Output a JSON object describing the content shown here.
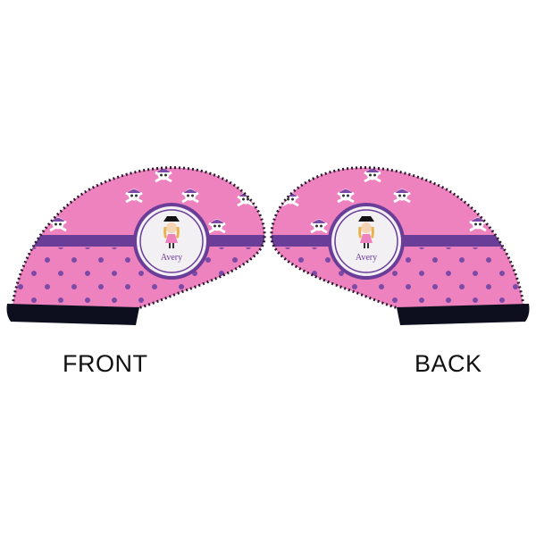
{
  "product": {
    "front_label": "FRONT",
    "back_label": "BACK",
    "name_text": "Avery",
    "colors": {
      "pink": "#ee82bf",
      "purple": "#6a3d98",
      "dot": "#7a4aa6",
      "cuff": "#0d0f1e",
      "stitch": "#2a1a2e",
      "medallion": "#f3f0f3"
    },
    "pattern_icons": [
      "skull-crossbones-icon",
      "polka-dot"
    ],
    "character": "pirate-girl-icon"
  }
}
